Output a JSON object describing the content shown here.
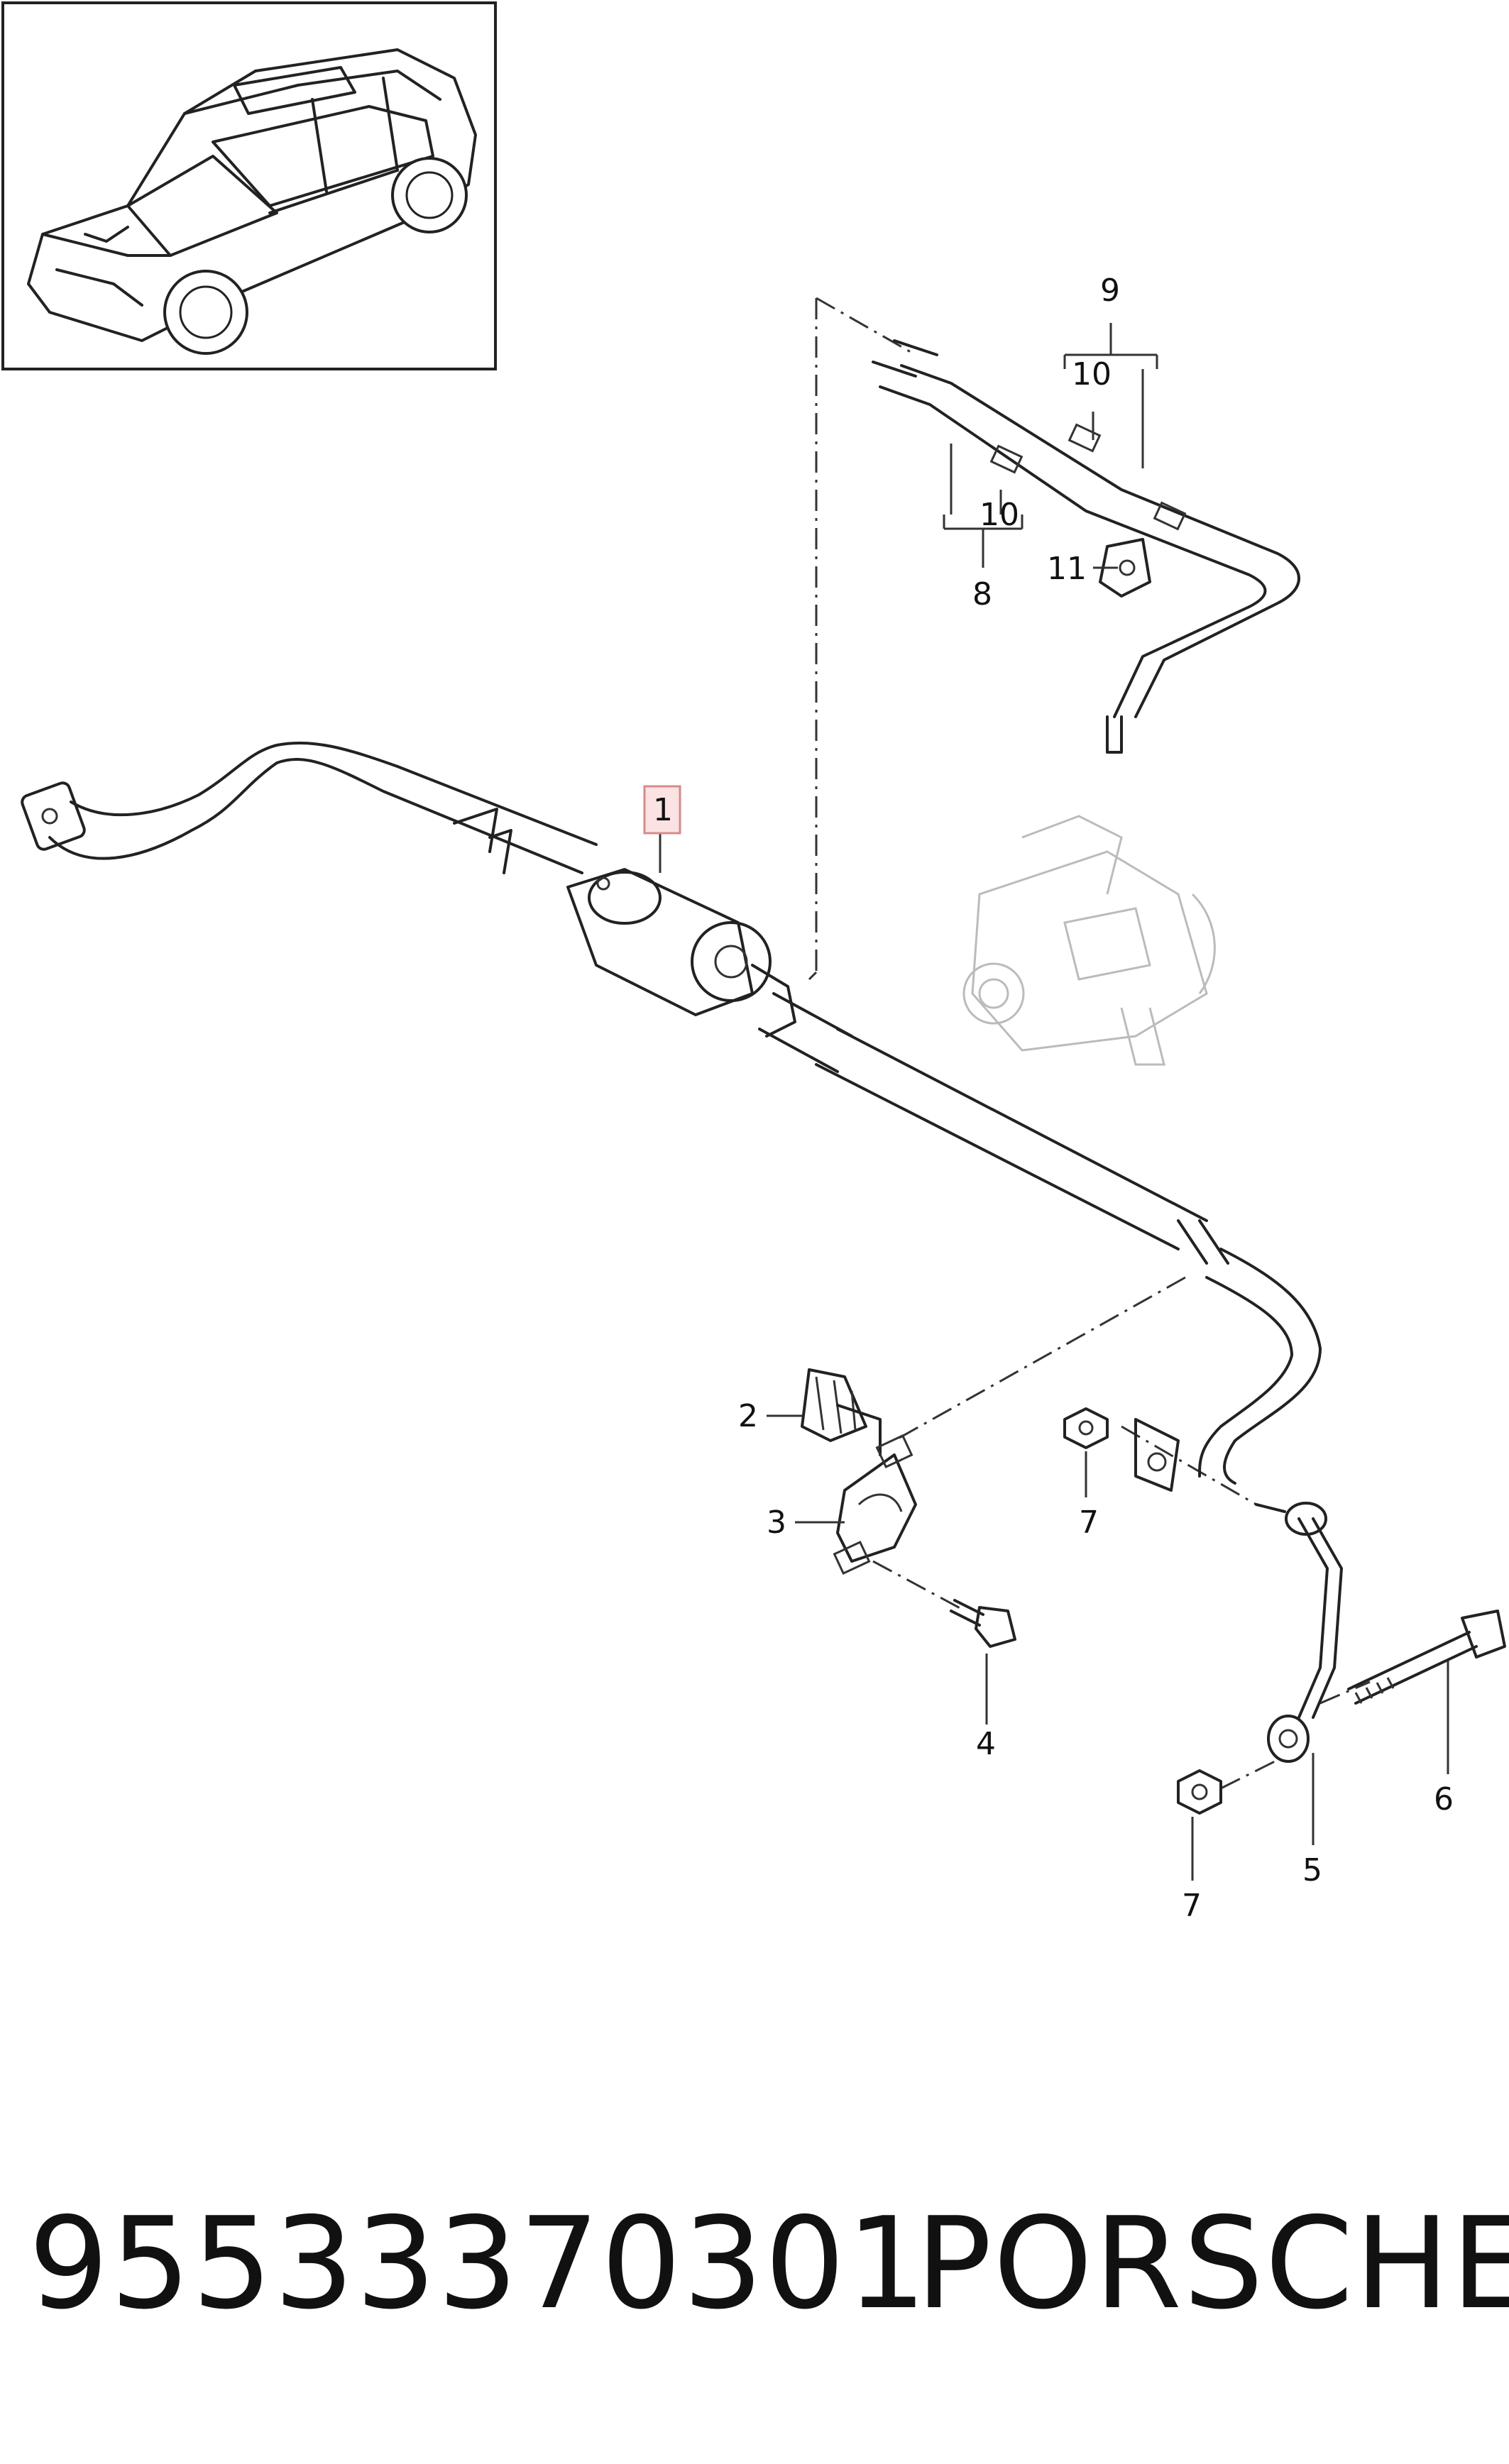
{
  "callouts": {
    "c1": "1",
    "c2": "2",
    "c3": "3",
    "c4": "4",
    "c5": "5",
    "c6": "6",
    "c7a": "7",
    "c7b": "7",
    "c8": "8",
    "c9": "9",
    "c10a": "10",
    "c10b": "10",
    "c11": "11"
  },
  "caption": {
    "part_number": "95533370301",
    "brand": "PORSCHE"
  },
  "colors": {
    "highlight_box_fill": "#fbe3e3",
    "highlight_box_stroke": "#d98a8a",
    "line": "#222222",
    "ghost_part": "#bbbbbb"
  }
}
